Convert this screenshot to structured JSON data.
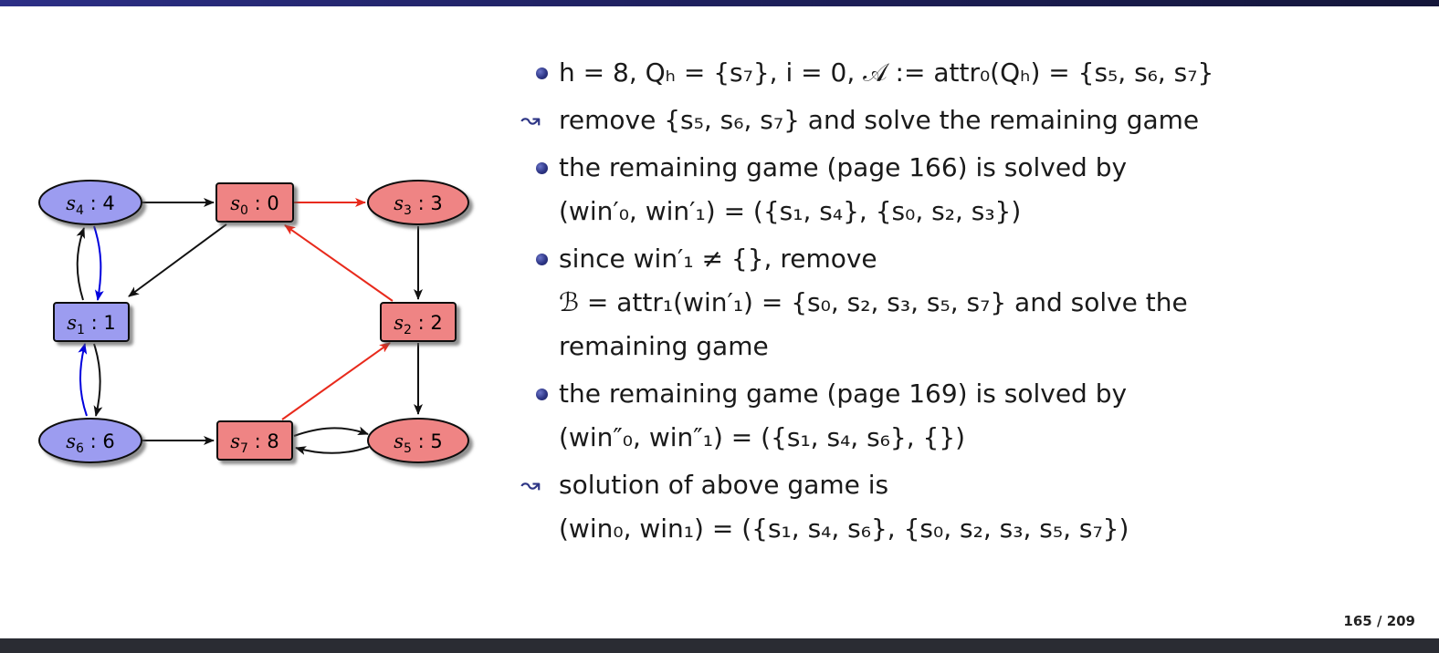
{
  "slide": {
    "page_current": "165",
    "page_separator": "/",
    "page_total": "209"
  },
  "colors": {
    "player0_fill": "#9c9cf0",
    "player1_fill": "#ef8484",
    "blue_edge": "#0000dd",
    "red_edge": "#e82a1c",
    "bullet": "#2d3585",
    "top_bar": "#1f2160",
    "bottom_bar": "#2a2c33"
  },
  "diagram": {
    "nodes": [
      {
        "id": "s0",
        "state": "s",
        "index": "0",
        "priority": "0",
        "shape": "rectangle",
        "owner": "player1"
      },
      {
        "id": "s1",
        "state": "s",
        "index": "1",
        "priority": "1",
        "shape": "rectangle",
        "owner": "player0"
      },
      {
        "id": "s2",
        "state": "s",
        "index": "2",
        "priority": "2",
        "shape": "rectangle",
        "owner": "player1"
      },
      {
        "id": "s3",
        "state": "s",
        "index": "3",
        "priority": "3",
        "shape": "ellipse",
        "owner": "player1"
      },
      {
        "id": "s4",
        "state": "s",
        "index": "4",
        "priority": "4",
        "shape": "ellipse",
        "owner": "player0"
      },
      {
        "id": "s5",
        "state": "s",
        "index": "5",
        "priority": "5",
        "shape": "ellipse",
        "owner": "player1"
      },
      {
        "id": "s6",
        "state": "s",
        "index": "6",
        "priority": "6",
        "shape": "ellipse",
        "owner": "player0"
      },
      {
        "id": "s7",
        "state": "s",
        "index": "7",
        "priority": "8",
        "shape": "rectangle",
        "owner": "player1"
      }
    ],
    "edges": [
      {
        "from": "s4",
        "to": "s0",
        "color": "black"
      },
      {
        "from": "s0",
        "to": "s3",
        "color": "red"
      },
      {
        "from": "s0",
        "to": "s1",
        "color": "black"
      },
      {
        "from": "s1",
        "to": "s4",
        "color": "black"
      },
      {
        "from": "s4",
        "to": "s1",
        "color": "blue"
      },
      {
        "from": "s3",
        "to": "s2",
        "color": "black"
      },
      {
        "from": "s2",
        "to": "s0",
        "color": "red"
      },
      {
        "from": "s2",
        "to": "s5",
        "color": "black"
      },
      {
        "from": "s1",
        "to": "s6",
        "color": "black"
      },
      {
        "from": "s6",
        "to": "s1",
        "color": "blue"
      },
      {
        "from": "s6",
        "to": "s7",
        "color": "black"
      },
      {
        "from": "s7",
        "to": "s2",
        "color": "red"
      },
      {
        "from": "s7",
        "to": "s5",
        "color": "black"
      },
      {
        "from": "s5",
        "to": "s7",
        "color": "black"
      }
    ]
  },
  "bullets": [
    {
      "marker": "dot",
      "lines": [
        "h = 8, Qₕ = {s₇}, i = 0, 𝒜 := attr₀(Qₕ) = {s₅, s₆, s₇}"
      ]
    },
    {
      "marker": "squiggle",
      "lines": [
        "remove {s₅, s₆, s₇} and solve the remaining game"
      ]
    },
    {
      "marker": "dot",
      "lines": [
        "the remaining game (page 166) is solved by",
        "(win′₀, win′₁) = ({s₁, s₄}, {s₀, s₂, s₃})"
      ]
    },
    {
      "marker": "dot",
      "lines": [
        "since win′₁ ≠ {}, remove",
        "ℬ = attr₁(win′₁) = {s₀, s₂, s₃, s₅, s₇} and solve the",
        "remaining game"
      ]
    },
    {
      "marker": "dot",
      "lines": [
        "the remaining game (page 169) is solved by",
        "(win″₀, win″₁) = ({s₁, s₄, s₆}, {})"
      ]
    },
    {
      "marker": "squiggle",
      "lines": [
        "solution of above game is",
        "(win₀, win₁) = ({s₁, s₄, s₆}, {s₀, s₂, s₃, s₅, s₇})"
      ]
    }
  ]
}
